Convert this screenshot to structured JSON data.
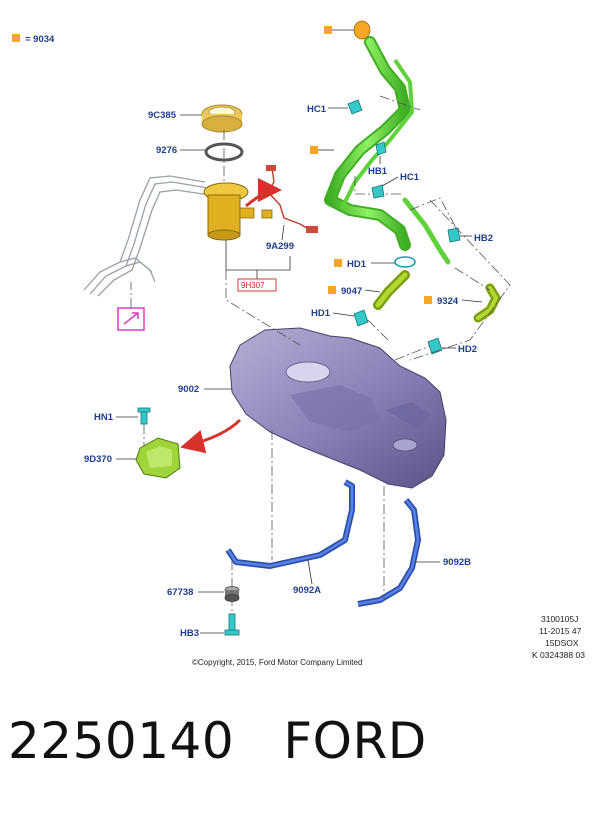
{
  "legend": {
    "text": "= 9034",
    "marker_color": "#f5a623"
  },
  "labels": {
    "p9C385": "9C385",
    "p9276": "9276",
    "p9A299": "9A299",
    "p9H307": "9H307",
    "HC1a": "HC1",
    "HB1": "HB1",
    "HC1b": "HC1",
    "HB2": "HB2",
    "HD1a": "HD1",
    "p9047": "9047",
    "p9324": "9324",
    "HD1b": "HD1",
    "HD2": "HD2",
    "p9002": "9002",
    "HN1": "HN1",
    "p9D370": "9D370",
    "p67738": "67738",
    "p9092A": "9092A",
    "p9092B": "9092B",
    "HB3": "HB3"
  },
  "meta": {
    "line1": "3100105J",
    "line2": "11-2015 47",
    "line3": "15DSOX",
    "line4": "K 0324388 03"
  },
  "copyright": "©Copyright, 2015, Ford Motor Company Limited",
  "footer": {
    "part_number": "2250140",
    "brand": "FORD"
  },
  "colors": {
    "label": "#1f3d8a",
    "filler_pipe": "#5fd13a",
    "hose": "#9bbf1a",
    "tank": "#8a84b8",
    "strap": "#3c62c9",
    "clip": "#35c8c8",
    "ring": "#e9c75a",
    "pump": "#e0b020",
    "highlight": "#e03cbf",
    "arrow": "#d6312a"
  }
}
